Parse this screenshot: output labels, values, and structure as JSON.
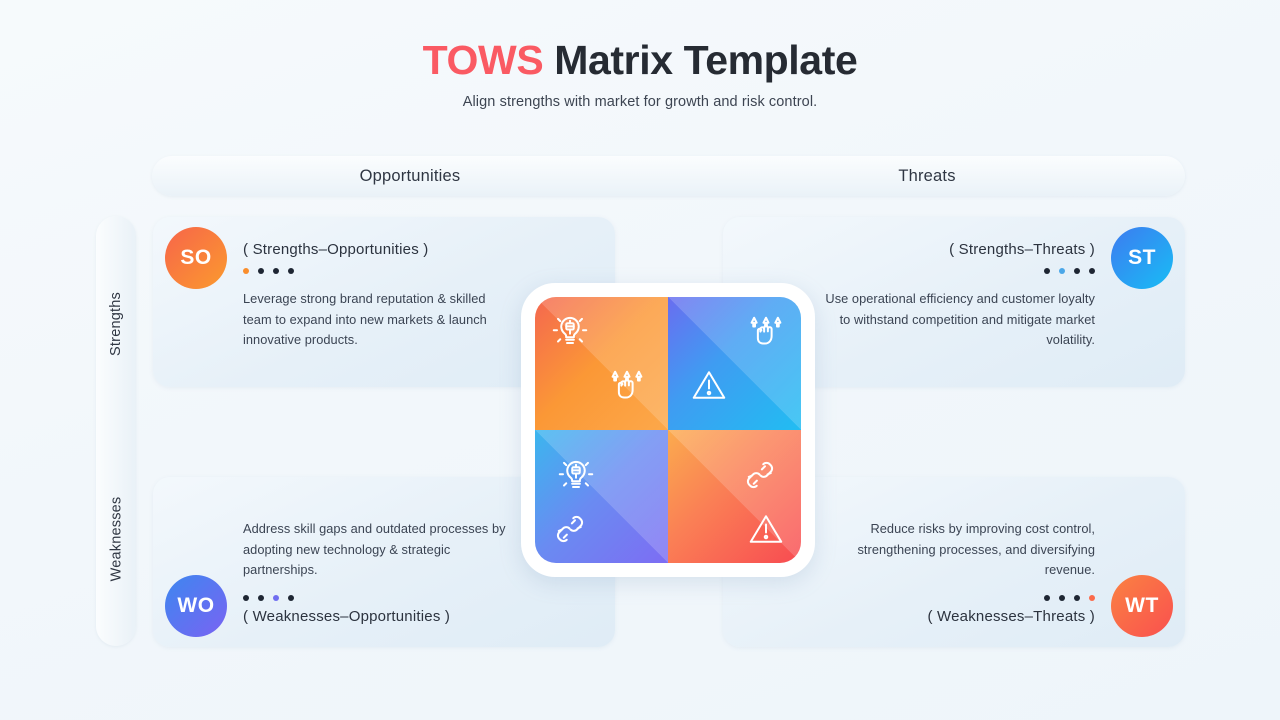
{
  "header": {
    "title_accent": "TOWS",
    "title_rest": " Matrix Template",
    "subtitle": "Align strengths with market for growth and risk control."
  },
  "columns": {
    "opportunities": "Opportunities",
    "threats": "Threats"
  },
  "rows": {
    "strengths": "Strengths",
    "weaknesses": "Weaknesses"
  },
  "cards": {
    "so": {
      "badge": "SO",
      "title": "( Strengths–Opportunities )",
      "description": "Leverage strong brand reputation & skilled team to expand into new markets & launch innovative products.",
      "dots_total": 4,
      "dot_active_index": 0,
      "accent": "#fa8e2c",
      "badge_gradient": [
        "#f7654a",
        "#fb9a2e"
      ]
    },
    "st": {
      "badge": "ST",
      "title": "( Strengths–Threats )",
      "description": "Use operational efficiency and customer loyalty to withstand competition and mitigate market volatility.",
      "dots_total": 4,
      "dot_active_index": 1,
      "accent": "#4ba7e8",
      "badge_gradient": [
        "#3d7bf0",
        "#18bdf5"
      ]
    },
    "wo": {
      "badge": "WO",
      "title": "( Weaknesses–Opportunities )",
      "description": "Address skill gaps and outdated processes by adopting new technology & strategic partnerships.",
      "dots_total": 4,
      "dot_active_index": 2,
      "accent": "#6f6ef0",
      "badge_gradient": [
        "#3d87f0",
        "#7a63f2"
      ]
    },
    "wt": {
      "badge": "WT",
      "title": "( Weaknesses–Threats )",
      "description": "Reduce risks by improving cost control, strengthening processes, and diversifying revenue.",
      "dots_total": 4,
      "dot_active_index": 3,
      "accent": "#fb6a4a",
      "badge_gradient": [
        "#fb8242",
        "#f9504f"
      ]
    }
  },
  "center_matrix": {
    "quadrants": [
      {
        "key": "so",
        "icons": [
          "lightbulb-idea-icon",
          "hand-growth-arrows-icon"
        ],
        "colors": [
          "#f4674f",
          "#fca84a"
        ]
      },
      {
        "key": "st",
        "icons": [
          "hand-growth-arrows-icon",
          "warning-triangle-icon"
        ],
        "colors": [
          "#6a6df0",
          "#21bdf2"
        ]
      },
      {
        "key": "wo",
        "icons": [
          "lightbulb-idea-icon",
          "broken-chain-icon"
        ],
        "colors": [
          "#3bb6ee",
          "#7d6df3"
        ]
      },
      {
        "key": "wt",
        "icons": [
          "broken-chain-icon",
          "warning-triangle-icon"
        ],
        "colors": [
          "#fbab4e",
          "#f84b52"
        ]
      }
    ]
  },
  "theme": {
    "background": "#f2f7fb",
    "title_accent": "#fa5a63",
    "text_primary": "#2b3340"
  }
}
